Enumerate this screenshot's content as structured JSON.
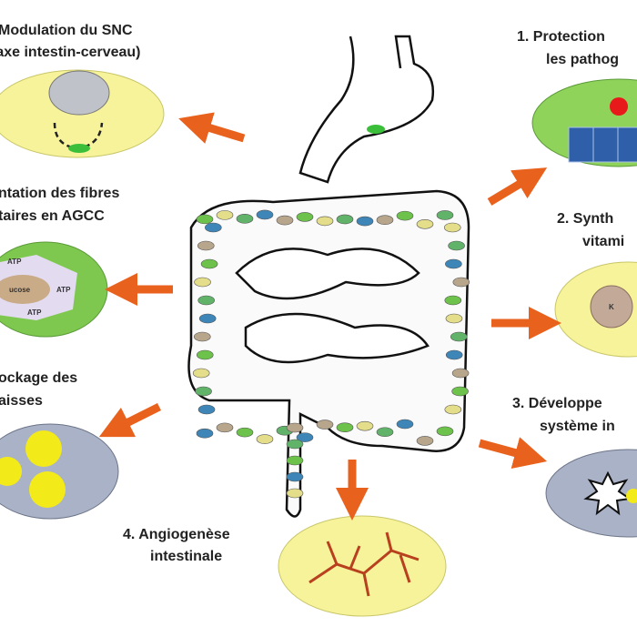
{
  "labels": {
    "snc_1": "Modulation du SNC",
    "snc_2": "(axe intestin-cerveau)",
    "fibres_1": "ntation des fibres",
    "fibres_2": "taires en AGCC",
    "stockage_1": "ockage des",
    "stockage_2": "aisses",
    "protection_1": "1.  Protection",
    "protection_2": "les pathog",
    "synthese_1": "2. Synth",
    "synthese_2": "vitami",
    "developpement_1": "3. Développe",
    "developpement_2": "système in",
    "angio_1": "4. Angiogenèse",
    "angio_2": "intestinale"
  },
  "cell_labels": {
    "atp": "ATP",
    "glucose": "ucose",
    "vitamin": "K"
  },
  "colors": {
    "arrow": "#e8621e",
    "yellow": "#f6f39a",
    "green": "#8fd35a",
    "grey_blue": "#a9b2c6"
  }
}
